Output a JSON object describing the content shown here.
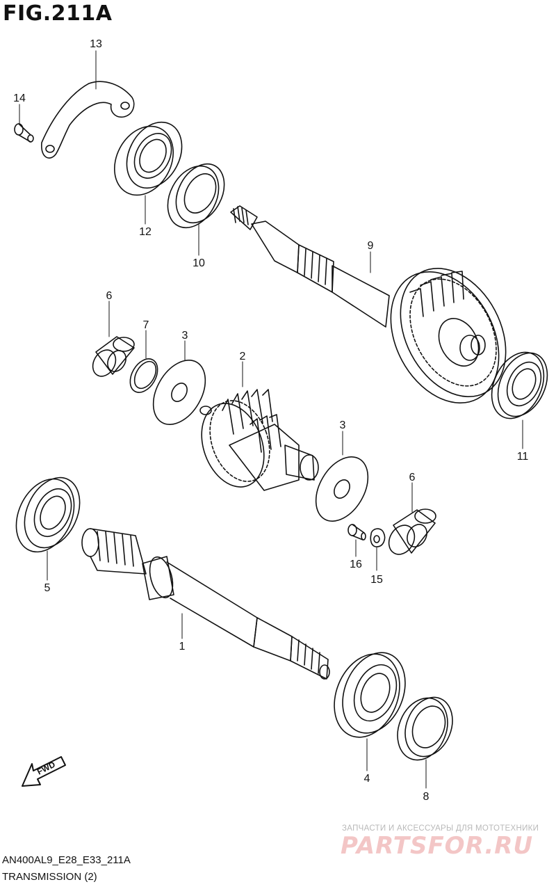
{
  "figure": {
    "title": "FIG.211A",
    "code": "AN400AL9_E28_E33_211A",
    "caption": "TRANSMISSION (2)",
    "fwd_label": "FWD"
  },
  "parts": [
    {
      "id": "1",
      "label": "1"
    },
    {
      "id": "2",
      "label": "2"
    },
    {
      "id": "3a",
      "label": "3"
    },
    {
      "id": "3b",
      "label": "3"
    },
    {
      "id": "4",
      "label": "4"
    },
    {
      "id": "5",
      "label": "5"
    },
    {
      "id": "6a",
      "label": "6"
    },
    {
      "id": "6b",
      "label": "6"
    },
    {
      "id": "7",
      "label": "7"
    },
    {
      "id": "8",
      "label": "8"
    },
    {
      "id": "9",
      "label": "9"
    },
    {
      "id": "10",
      "label": "10"
    },
    {
      "id": "11",
      "label": "11"
    },
    {
      "id": "12",
      "label": "12"
    },
    {
      "id": "13",
      "label": "13"
    },
    {
      "id": "14",
      "label": "14"
    },
    {
      "id": "15",
      "label": "15"
    },
    {
      "id": "16",
      "label": "16"
    }
  ],
  "watermark": {
    "line": "ЗАПЧАСТИ И АКСЕССУАРЫ ДЛЯ МОТОТЕХНИКИ",
    "logo": "PARTSFOR.RU"
  },
  "colors": {
    "line": "#111111",
    "watermark_text": "#b9b9b9",
    "watermark_logo": "#f3c6c6"
  }
}
